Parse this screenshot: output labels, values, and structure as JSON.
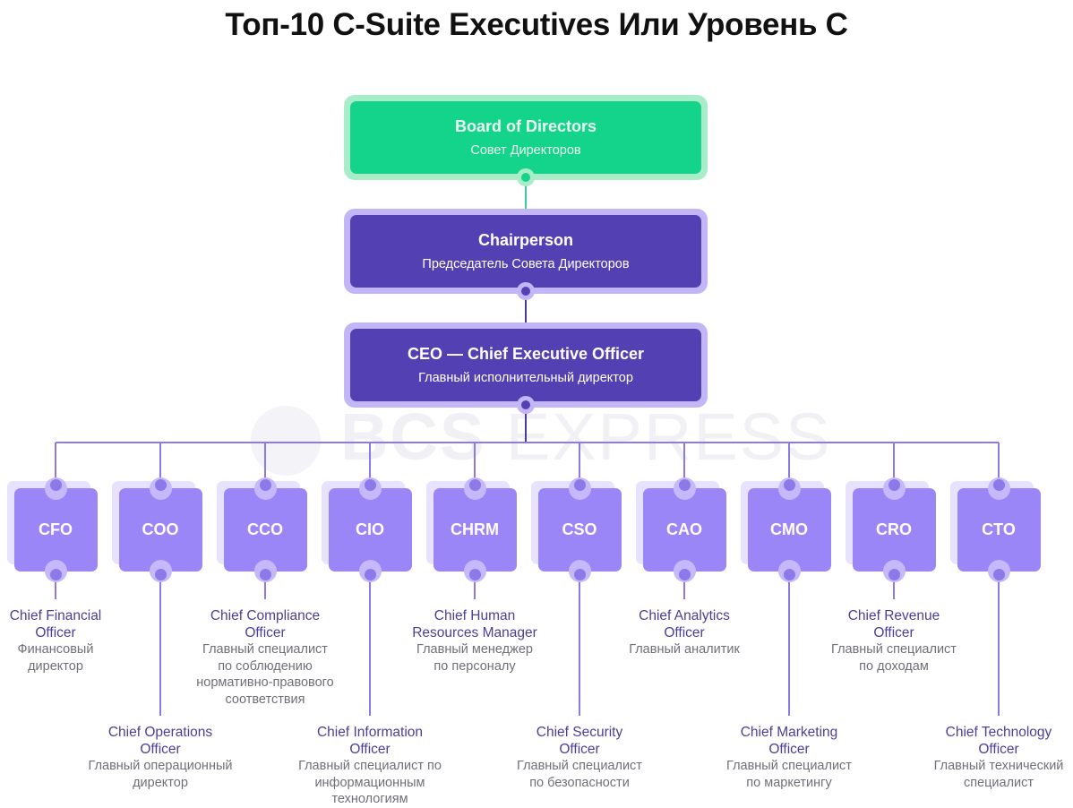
{
  "title": "Топ-10 C-Suite Executives Или Уровень С",
  "watermark": {
    "bold": "BCS",
    "light": "EXPRESS"
  },
  "colors": {
    "board_fill": "#13d48a",
    "board_outline": "#a8ecc8",
    "leader_fill": "#5340b3",
    "leader_outline": "#c3b6f7",
    "exec_fill": "#9b86f8",
    "connector": "#8d79e8"
  },
  "hierarchy": {
    "board": {
      "title": "Board of Directors",
      "subtitle": "Совет Директоров"
    },
    "chair": {
      "title": "Chairperson",
      "subtitle": "Председатель Совета Директоров"
    },
    "ceo": {
      "title": "CEO — Chief Executive Officer",
      "subtitle": "Главный исполнительный директор"
    }
  },
  "executives": [
    {
      "abbr": "CFO",
      "title": "Chief Financial Officer",
      "title_lines": [
        "Chief Financial",
        "Officer"
      ],
      "desc_lines": [
        "Финансовый",
        "директор"
      ],
      "label_row": "upper"
    },
    {
      "abbr": "COO",
      "title": "Chief Operations Officer",
      "title_lines": [
        "Chief Operations",
        "Officer"
      ],
      "desc_lines": [
        "Главный операционный",
        "директор"
      ],
      "label_row": "lower"
    },
    {
      "abbr": "CCO",
      "title": "Chief Compliance Officer",
      "title_lines": [
        "Chief Compliance",
        "Officer"
      ],
      "desc_lines": [
        "Главный специалист",
        "по соблюдению",
        "нормативно-правового",
        "соответствия"
      ],
      "label_row": "upper"
    },
    {
      "abbr": "CIO",
      "title": "Chief Information Officer",
      "title_lines": [
        "Chief Information",
        "Officer"
      ],
      "desc_lines": [
        "Главный специалист по",
        "информационным",
        "технологиям"
      ],
      "label_row": "lower"
    },
    {
      "abbr": "CHRM",
      "title": "Chief Human Resources Manager",
      "title_lines": [
        "Chief Human",
        "Resources Manager"
      ],
      "desc_lines": [
        "Главный менеджер",
        "по персоналу"
      ],
      "label_row": "upper"
    },
    {
      "abbr": "CSO",
      "title": "Chief Security Officer",
      "title_lines": [
        "Chief Security",
        "Officer"
      ],
      "desc_lines": [
        "Главный специалист",
        "по безопасности"
      ],
      "label_row": "lower"
    },
    {
      "abbr": "CAO",
      "title": "Chief Analytics Officer",
      "title_lines": [
        "Chief Analytics",
        "Officer"
      ],
      "desc_lines": [
        "Главный аналитик"
      ],
      "label_row": "upper"
    },
    {
      "abbr": "CMO",
      "title": "Chief Marketing Officer",
      "title_lines": [
        "Chief Marketing",
        "Officer"
      ],
      "desc_lines": [
        "Главный специалист",
        "по маркетингу"
      ],
      "label_row": "lower"
    },
    {
      "abbr": "CRO",
      "title": "Chief Revenue Officer",
      "title_lines": [
        "Chief Revenue",
        "Officer"
      ],
      "desc_lines": [
        "Главный специалист",
        "по доходам"
      ],
      "label_row": "upper"
    },
    {
      "abbr": "CTO",
      "title": "Chief Technology Officer",
      "title_lines": [
        "Chief Technology",
        "Officer"
      ],
      "desc_lines": [
        "Главный технический",
        "специалист"
      ],
      "label_row": "lower"
    }
  ]
}
